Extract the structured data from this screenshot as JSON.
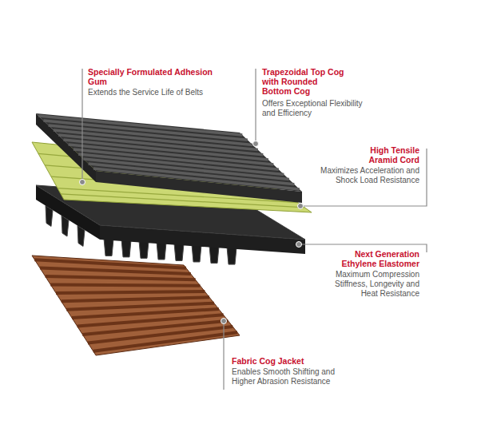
{
  "diagram": {
    "labels": [
      "Specially Formulated Adhesion Gum",
      "Extends the Service Life of Belts",
      "Trapezoidal Top Cog with Rounded Bottom Cog",
      "Offers Exceptional Flexibility and Efficiency",
      "High Tensile Aramid Cord",
      "Maximizes Acceleration and Shock Load Resistance",
      "Next Generation Ethylene Elastomer",
      "Maximum Compression Stiffness, Longevity and Heat Resistance",
      "Fabric Cog Jacket",
      "Enables Smooth Shifting and Higher Abrasion Resistance"
    ]
  }
}
